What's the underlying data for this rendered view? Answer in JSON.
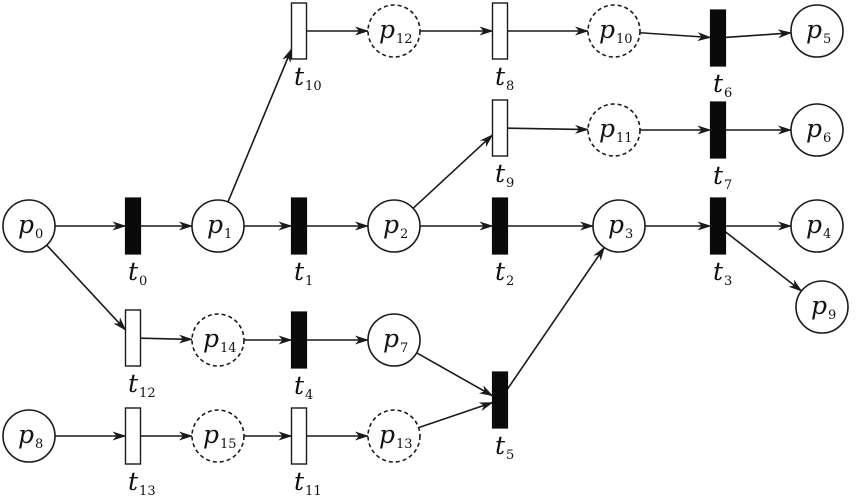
{
  "places": [
    {
      "id": "p0",
      "letter": "p",
      "sub": "0",
      "dashed": false
    },
    {
      "id": "p1",
      "letter": "p",
      "sub": "1",
      "dashed": false
    },
    {
      "id": "p2",
      "letter": "p",
      "sub": "2",
      "dashed": false
    },
    {
      "id": "p3",
      "letter": "p",
      "sub": "3",
      "dashed": false
    },
    {
      "id": "p4",
      "letter": "p",
      "sub": "4",
      "dashed": false
    },
    {
      "id": "p5",
      "letter": "p",
      "sub": "5",
      "dashed": false
    },
    {
      "id": "p6",
      "letter": "p",
      "sub": "6",
      "dashed": false
    },
    {
      "id": "p7",
      "letter": "p",
      "sub": "7",
      "dashed": false
    },
    {
      "id": "p8",
      "letter": "p",
      "sub": "8",
      "dashed": false
    },
    {
      "id": "p9",
      "letter": "p",
      "sub": "9",
      "dashed": false
    },
    {
      "id": "p10",
      "letter": "p",
      "sub": "10",
      "dashed": true
    },
    {
      "id": "p11",
      "letter": "p",
      "sub": "11",
      "dashed": true
    },
    {
      "id": "p12",
      "letter": "p",
      "sub": "12",
      "dashed": true
    },
    {
      "id": "p13",
      "letter": "p",
      "sub": "13",
      "dashed": true
    },
    {
      "id": "p14",
      "letter": "p",
      "sub": "14",
      "dashed": true
    },
    {
      "id": "p15",
      "letter": "p",
      "sub": "15",
      "dashed": true
    }
  ],
  "transitions": [
    {
      "id": "t0",
      "letter": "t",
      "sub": "0",
      "filled": true
    },
    {
      "id": "t1",
      "letter": "t",
      "sub": "1",
      "filled": true
    },
    {
      "id": "t2",
      "letter": "t",
      "sub": "2",
      "filled": true
    },
    {
      "id": "t3",
      "letter": "t",
      "sub": "3",
      "filled": true
    },
    {
      "id": "t4",
      "letter": "t",
      "sub": "4",
      "filled": true
    },
    {
      "id": "t5",
      "letter": "t",
      "sub": "5",
      "filled": true
    },
    {
      "id": "t6",
      "letter": "t",
      "sub": "6",
      "filled": true
    },
    {
      "id": "t7",
      "letter": "t",
      "sub": "7",
      "filled": true
    },
    {
      "id": "t8",
      "letter": "t",
      "sub": "8",
      "filled": false
    },
    {
      "id": "t9",
      "letter": "t",
      "sub": "9",
      "filled": false
    },
    {
      "id": "t10",
      "letter": "t",
      "sub": "10",
      "filled": false
    },
    {
      "id": "t11",
      "letter": "t",
      "sub": "11",
      "filled": false
    },
    {
      "id": "t12",
      "letter": "t",
      "sub": "12",
      "filled": false
    },
    {
      "id": "t13",
      "letter": "t",
      "sub": "13",
      "filled": false
    }
  ],
  "arcs": [
    [
      "p0",
      "t0"
    ],
    [
      "t0",
      "p1"
    ],
    [
      "p1",
      "t1"
    ],
    [
      "t1",
      "p2"
    ],
    [
      "p2",
      "t2"
    ],
    [
      "t2",
      "p3"
    ],
    [
      "p3",
      "t3"
    ],
    [
      "t3",
      "p4"
    ],
    [
      "t3",
      "p9"
    ],
    [
      "p1",
      "t10"
    ],
    [
      "t10",
      "p12"
    ],
    [
      "p12",
      "t8"
    ],
    [
      "t8",
      "p10"
    ],
    [
      "p10",
      "t6"
    ],
    [
      "t6",
      "p5"
    ],
    [
      "p2",
      "t9"
    ],
    [
      "t9",
      "p11"
    ],
    [
      "p11",
      "t7"
    ],
    [
      "t7",
      "p6"
    ],
    [
      "p0",
      "t12"
    ],
    [
      "t12",
      "p14"
    ],
    [
      "p14",
      "t4"
    ],
    [
      "t4",
      "p7"
    ],
    [
      "p7",
      "t5"
    ],
    [
      "t5",
      "p3"
    ],
    [
      "p8",
      "t13"
    ],
    [
      "t13",
      "p15"
    ],
    [
      "p15",
      "t11"
    ],
    [
      "t11",
      "p13"
    ],
    [
      "p13",
      "t5"
    ]
  ],
  "colors": {
    "stroke": "#1a1a1a",
    "filled_transition": "#0a0a0a",
    "background": "#ffffff"
  }
}
